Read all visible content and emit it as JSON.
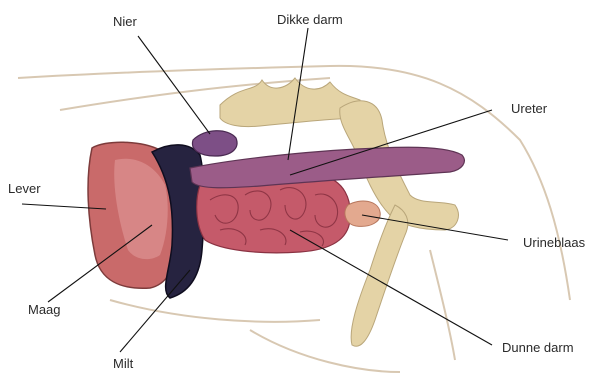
{
  "labels": {
    "nier": "Nier",
    "dikke_darm": "Dikke darm",
    "ureter": "Ureter",
    "lever": "Lever",
    "urineblaas": "Urineblaas",
    "maag": "Maag",
    "milt": "Milt",
    "dunne_darm": "Dunne darm"
  },
  "colors": {
    "outline": "#d9c9b3",
    "bone": "#e4d3a6",
    "liver": "#c96a6a",
    "spleen": "#262340",
    "intestine": "#c55a6a",
    "colon": "#9b5c88",
    "kidney": "#7d4f86",
    "bladder": "#e3a98f",
    "leader": "#111111"
  }
}
